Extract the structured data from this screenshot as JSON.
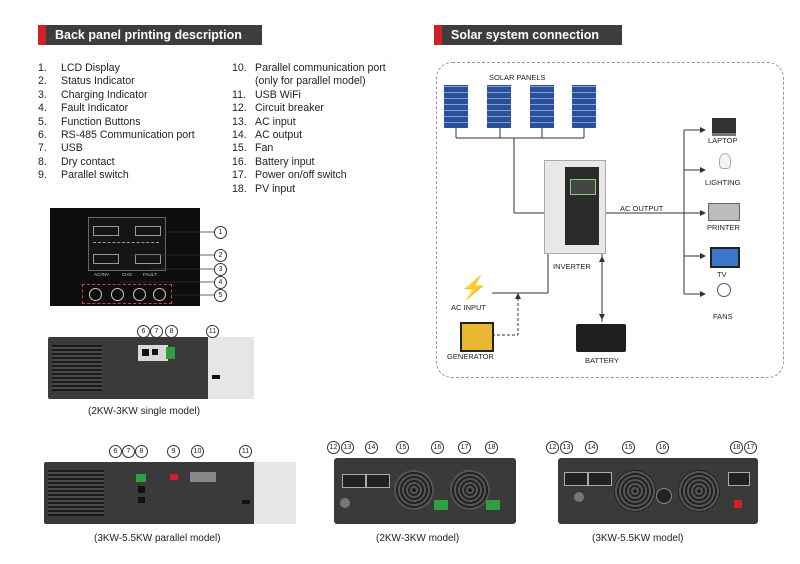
{
  "left_header": "Back panel printing description",
  "right_header": "Solar system connection",
  "items_col1": [
    {
      "n": "1.",
      "t": "LCD Display"
    },
    {
      "n": "2.",
      "t": "Status Indicator"
    },
    {
      "n": "3.",
      "t": "Charging Indicator"
    },
    {
      "n": "4.",
      "t": "Fault Indicator"
    },
    {
      "n": "5.",
      "t": "Function Buttons"
    },
    {
      "n": "6.",
      "t": "RS-485 Communication port"
    },
    {
      "n": "7.",
      "t": "USB"
    },
    {
      "n": "8.",
      "t": "Dry contact"
    },
    {
      "n": "9.",
      "t": "Parallel switch"
    }
  ],
  "items_col2": [
    {
      "n": "10.",
      "t": "Parallel communication port"
    },
    {
      "n": "",
      "t": "(only for parallel model)"
    },
    {
      "n": "11.",
      "t": "USB WiFi"
    },
    {
      "n": "12.",
      "t": "Circuit breaker"
    },
    {
      "n": "13.",
      "t": "AC input"
    },
    {
      "n": "14.",
      "t": "AC output"
    },
    {
      "n": "15.",
      "t": "Fan"
    },
    {
      "n": "16.",
      "t": "Battery input"
    },
    {
      "n": "17.",
      "t": "Power on/off switch"
    },
    {
      "n": "18.",
      "t": "PV input"
    }
  ],
  "lcd": {
    "indicators": [
      "AC/INV",
      "CHG",
      "FAULT"
    ],
    "callouts": [
      "1",
      "2",
      "3",
      "4",
      "5"
    ]
  },
  "captions": {
    "single": "(2KW-3KW single model)",
    "parallel": "(3KW-5.5KW parallel model)",
    "back_2kw": "(2KW-3KW model)",
    "back_3kw": "(3KW-5.5KW model)"
  },
  "callouts": {
    "single": [
      "6",
      "7",
      "8",
      "11"
    ],
    "parallel": [
      "6",
      "7",
      "8",
      "9",
      "10",
      "11"
    ],
    "back_2kw": [
      "12",
      "13",
      "14",
      "15",
      "16",
      "17",
      "18"
    ],
    "back_3kw": [
      "12",
      "13",
      "14",
      "15",
      "16",
      "18",
      "17"
    ]
  },
  "solar": {
    "panels_label": "SOLAR PANELS",
    "inverter_label": "INVERTER",
    "ac_output_label": "AC OUTPUT",
    "ac_input_label": "AC INPUT",
    "generator_label": "GENERATOR",
    "battery_label": "BATTERY",
    "loads": [
      "LAPTOP",
      "LIGHTING",
      "PRINTER",
      "TV",
      "FANS"
    ]
  },
  "colors": {
    "accent_red": "#d0202a",
    "header_bg": "#3d3d3d",
    "panel_blue": "#2c4f9a",
    "connector_green": "#2ea043"
  }
}
